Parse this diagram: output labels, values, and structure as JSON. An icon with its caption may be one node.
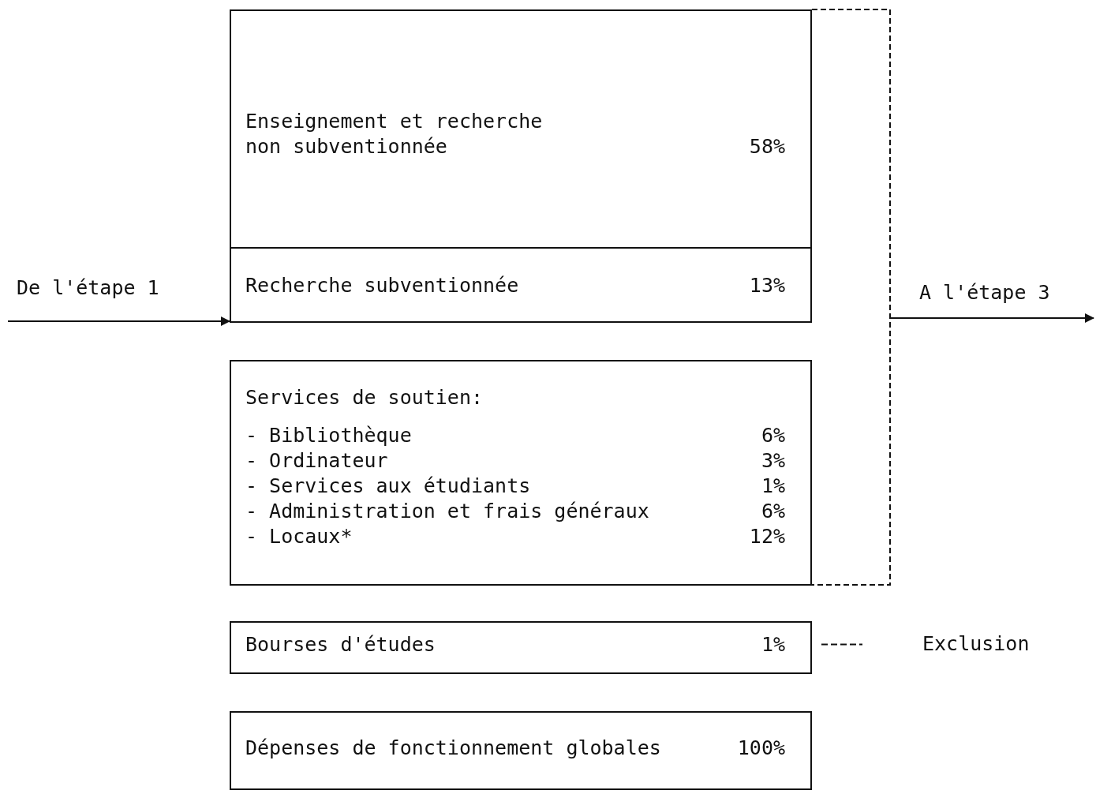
{
  "diagram": {
    "nodes": [
      {
        "text": [
          "Enseignement et recherche non subventionnée",
          "58%"
        ]
      },
      {
        "text": [
          "Recherche subventionnée",
          "13%"
        ]
      },
      {
        "text": [
          "Services de soutien:",
          "- Bibliothèque",
          "6%",
          "- Ordinateur",
          "3%",
          "- Services aux étudiants",
          "1%",
          "- Administration et frais généraux",
          "6%",
          "- Locaux*",
          "12%"
        ]
      },
      {
        "text": [
          "Bourses d'études",
          "1%"
        ]
      },
      {
        "text": [
          "Dépenses de fonctionnement globales",
          "100%"
        ]
      },
      {
        "text": [
          "Exclusion"
        ]
      },
      {
        "text": [],
        "shape": "bracket"
      }
    ],
    "edges": [
      {
        "from": null,
        "to": 1,
        "arrow": "to",
        "label": "De l'étape 1"
      },
      {
        "from": 6,
        "to": null,
        "arrow": "to",
        "label": "A l'étape 3"
      },
      {
        "from": 3,
        "to": 5,
        "arrow": "none",
        "style": "dashed"
      }
    ]
  }
}
